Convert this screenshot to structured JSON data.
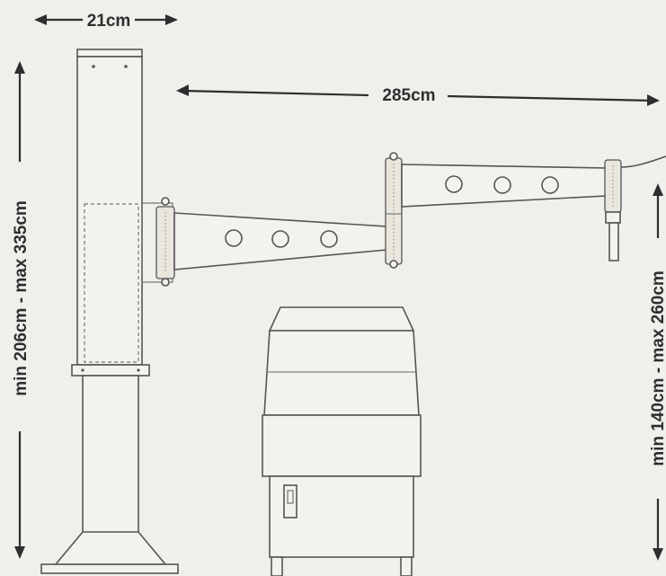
{
  "dimensions": {
    "column_width": "21cm",
    "arm_reach": "285cm",
    "column_height": "min 206cm - max 335cm",
    "working_height": "min 140cm - max 260cm"
  },
  "colors": {
    "background": "#efefec",
    "line": "#555555",
    "text": "#2e2e2e"
  }
}
